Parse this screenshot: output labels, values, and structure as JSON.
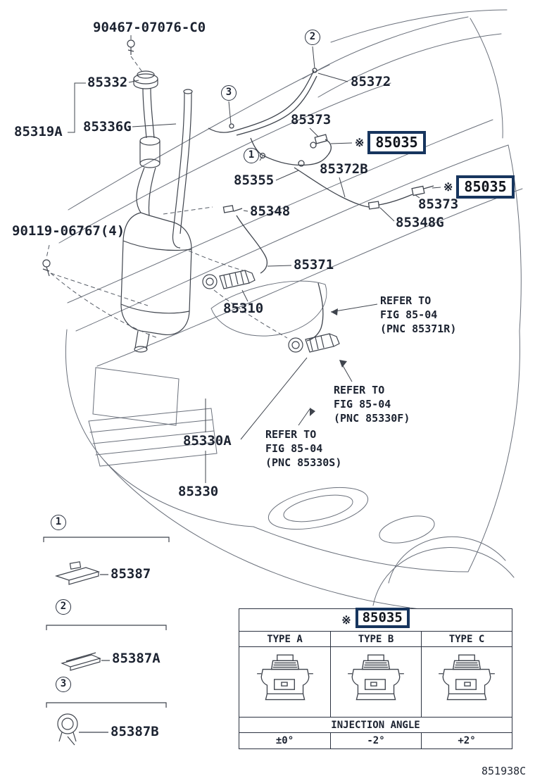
{
  "page": {
    "doc_code": "851938C",
    "accent_color": "#17355e",
    "line_color": "#3f444d"
  },
  "parts": {
    "p90467": "90467-07076-C0",
    "p85332": "85332",
    "p85336g": "85336G",
    "p85319a": "85319A",
    "p90119": "90119-06767(4)",
    "p85372": "85372",
    "p85373_upper": "85373",
    "p85355": "85355",
    "p85372b": "85372B",
    "p85373_lower": "85373",
    "p85348g": "85348G",
    "p85348": "85348",
    "p85371": "85371",
    "p85310": "85310",
    "p85330a": "85330A",
    "p85330": "85330",
    "p85387": "85387",
    "p85387a": "85387A",
    "p85387b": "85387B",
    "p85035": "85035",
    "reference_mark": "※"
  },
  "callouts": {
    "one": "1",
    "two": "2",
    "three": "3"
  },
  "refer_notes": {
    "note_85371r": [
      "REFER TO",
      "FIG 85-04",
      "(PNC 85371R)"
    ],
    "note_85330f": [
      "REFER TO",
      "FIG 85-04",
      "(PNC 85330F)"
    ],
    "note_85330s": [
      "REFER TO",
      "FIG 85-04",
      "(PNC 85330S)"
    ]
  },
  "spec_table": {
    "reference_mark": "※",
    "title_part": "85035",
    "column_headers": [
      "TYPE A",
      "TYPE B",
      "TYPE C"
    ],
    "row_label": "INJECTION ANGLE",
    "values": [
      "±0°",
      "-2°",
      "+2°"
    ]
  }
}
